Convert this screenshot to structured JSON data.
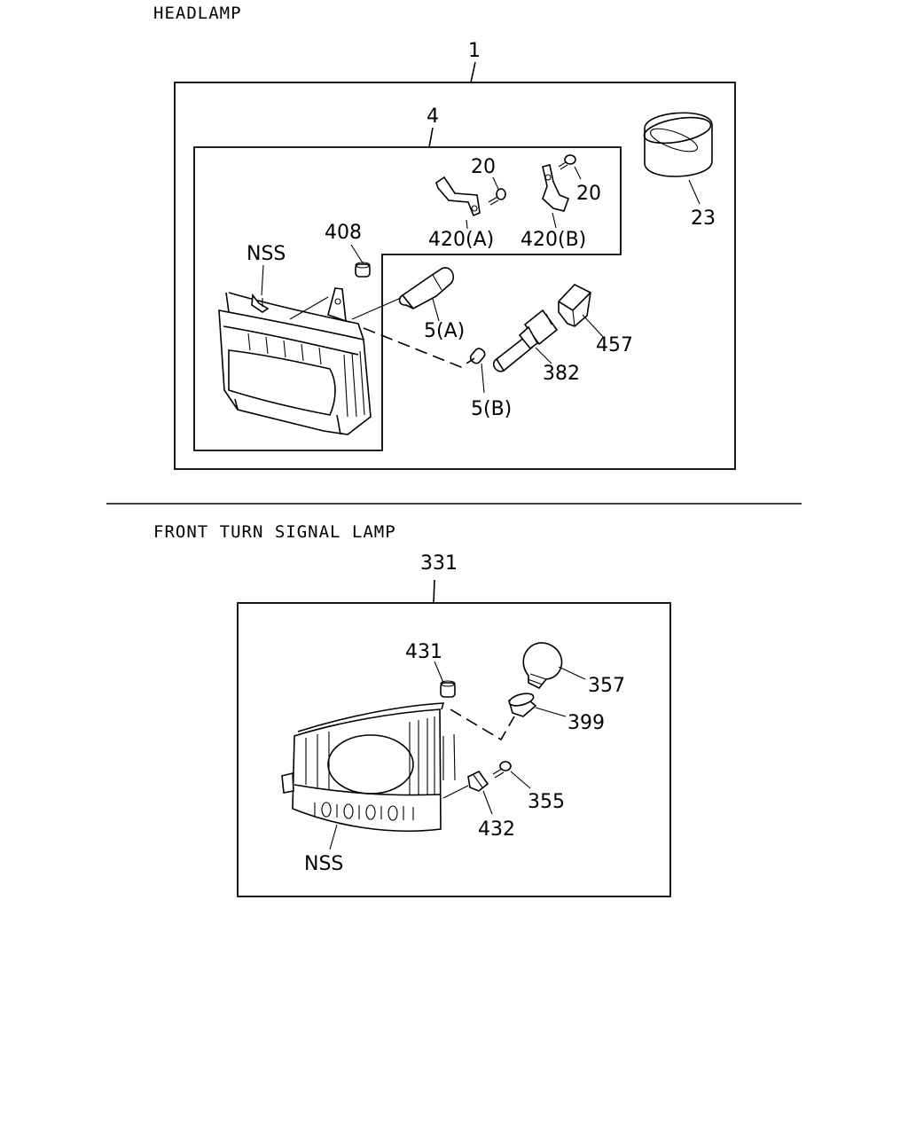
{
  "sections": [
    {
      "title": "HEADLAMP",
      "callouts": [
        "1",
        "4",
        "20",
        "20",
        "420(A)",
        "420(B)",
        "23",
        "408",
        "NSS",
        "5(A)",
        "457",
        "382",
        "5(B)"
      ]
    },
    {
      "title": "FRONT TURN SIGNAL LAMP",
      "callouts": [
        "331",
        "431",
        "357",
        "399",
        "355",
        "432",
        "NSS"
      ]
    }
  ]
}
